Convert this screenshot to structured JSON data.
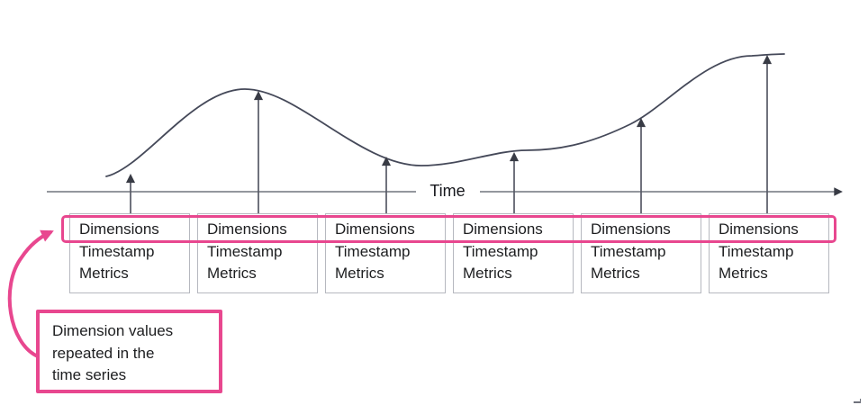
{
  "diagram": {
    "title_hint": "Time series records diagram",
    "axis": {
      "label": "Time"
    },
    "record_fields": [
      "Dimensions",
      "Timestamp",
      "Metrics"
    ],
    "record_count": 6,
    "callout": {
      "lines": [
        "Dimension values",
        "repeated in the",
        "time series"
      ]
    },
    "colors": {
      "accent_pink": "#e8478f",
      "curve_line": "#454959",
      "arrow_line": "#565a66",
      "arrowhead": "#383b45",
      "axis_line": "#71757f",
      "box_border": "#b6b8bf",
      "text": "#1d1e20"
    }
  }
}
